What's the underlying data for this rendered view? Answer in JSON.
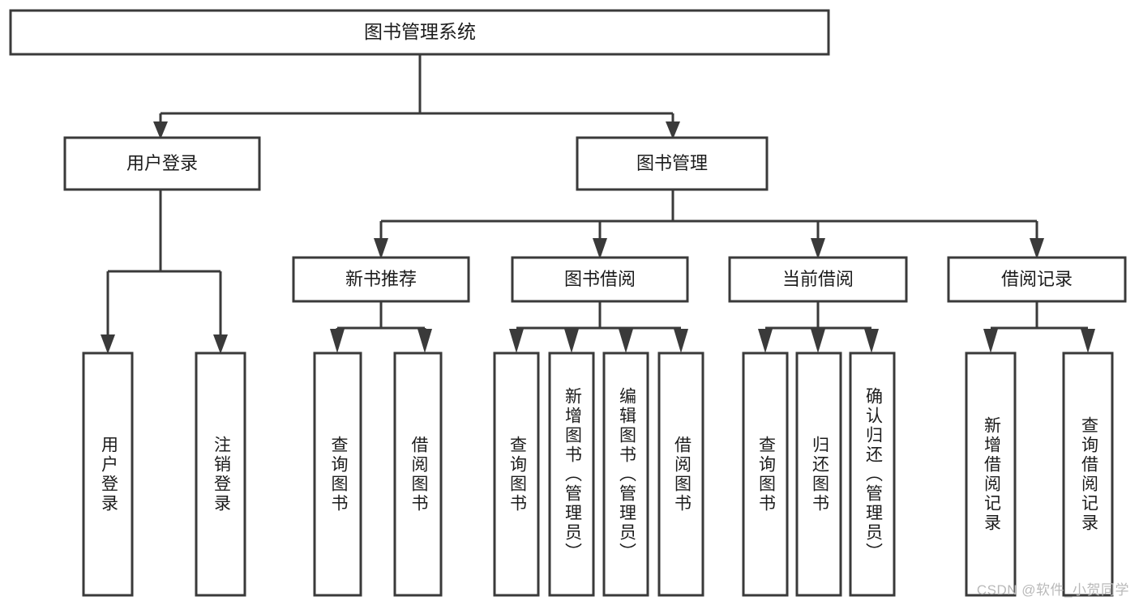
{
  "diagram": {
    "type": "hierarchy-tree",
    "title": "图书管理系统",
    "watermark": "CSDN @软件_小贺同学",
    "colors": {
      "box_stroke": "#3a3a3a",
      "box_fill": "#ffffff",
      "text": "#1c1c1c",
      "connector": "#3a3a3a",
      "watermark": "#b9b9b9",
      "background": "#ffffff"
    },
    "root": {
      "label": "图书管理系统"
    },
    "level2": [
      {
        "id": "user-login",
        "label": "用户登录"
      },
      {
        "id": "book-manage",
        "label": "图书管理"
      }
    ],
    "level3": [
      {
        "id": "new-book-recommend",
        "label": "新书推荐"
      },
      {
        "id": "book-borrow",
        "label": "图书借阅"
      },
      {
        "id": "current-borrow",
        "label": "当前借阅"
      },
      {
        "id": "borrow-record",
        "label": "借阅记录"
      }
    ],
    "leaves": {
      "user-login": [
        {
          "id": "leaf-user-login",
          "label": "用户登录"
        },
        {
          "id": "leaf-logout-login",
          "label": "注销登录"
        }
      ],
      "new-book-recommend": [
        {
          "id": "leaf-query-book-1",
          "label": "查询图书"
        },
        {
          "id": "leaf-borrow-book-1",
          "label": "借阅图书"
        }
      ],
      "book-borrow": [
        {
          "id": "leaf-query-book-2",
          "label": "查询图书"
        },
        {
          "id": "leaf-add-book",
          "label": "新增图书（管理员）"
        },
        {
          "id": "leaf-edit-book",
          "label": "编辑图书（管理员）"
        },
        {
          "id": "leaf-borrow-book-2",
          "label": "借阅图书"
        }
      ],
      "current-borrow": [
        {
          "id": "leaf-query-book-3",
          "label": "查询图书"
        },
        {
          "id": "leaf-return-book",
          "label": "归还图书"
        },
        {
          "id": "leaf-confirm-return",
          "label": "确认归还（管理员）"
        }
      ],
      "borrow-record": [
        {
          "id": "leaf-add-record",
          "label": "新增借阅记录"
        },
        {
          "id": "leaf-query-record",
          "label": "查询借阅记录"
        }
      ]
    }
  }
}
